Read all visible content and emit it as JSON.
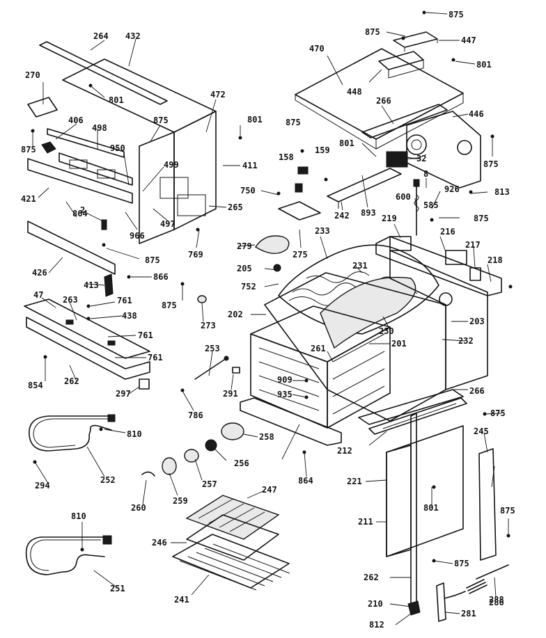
{
  "part_numbers": [
    "875",
    "875",
    "447",
    "470",
    "801",
    "448",
    "266",
    "446",
    "801",
    "875",
    "32",
    "158",
    "159",
    "875",
    "8",
    "926",
    "813",
    "600",
    "585",
    "875",
    "750",
    "893",
    "242",
    "219",
    "216",
    "217",
    "218",
    "264",
    "432",
    "270",
    "801",
    "472",
    "875",
    "801",
    "406",
    "498",
    "875",
    "950",
    "499",
    "411",
    "421",
    "2",
    "864",
    "966",
    "497",
    "265",
    "769",
    "426",
    "875",
    "279",
    "275",
    "233",
    "205",
    "752",
    "231",
    "413",
    "866",
    "47",
    "263",
    "761",
    "438",
    "875",
    "273",
    "202",
    "203",
    "230",
    "232",
    "761",
    "761",
    "201",
    "261",
    "253",
    "854",
    "262",
    "297",
    "291",
    "909",
    "935",
    "266",
    "875",
    "786",
    "810",
    "258",
    "256",
    "245",
    "288",
    "212",
    "294",
    "252",
    "257",
    "864",
    "221",
    "801",
    "875",
    "260",
    "259",
    "247",
    "211",
    "810",
    "246",
    "875",
    "262",
    "251",
    "241",
    "210",
    "281",
    "286",
    "812"
  ]
}
